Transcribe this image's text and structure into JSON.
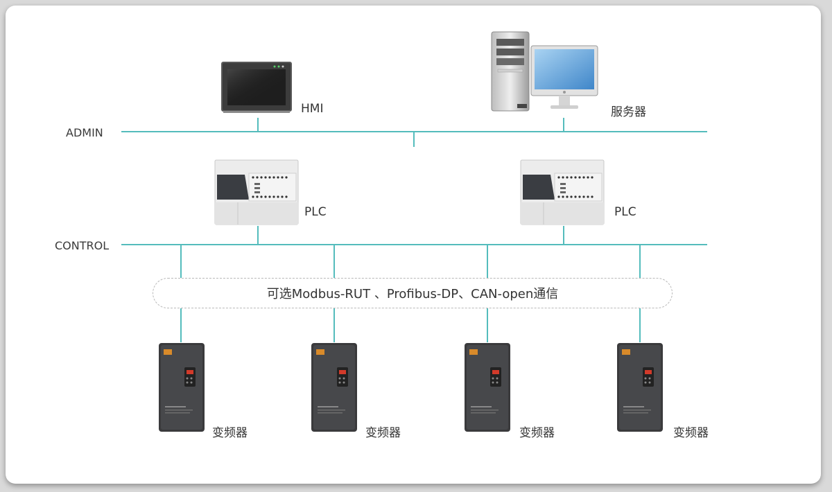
{
  "colors": {
    "bus": "#54bcbc",
    "background": "#ffffff",
    "text": "#333333"
  },
  "buses": {
    "admin_label": "ADMIN",
    "control_label": "CONTROL"
  },
  "devices": {
    "hmi_label": "HMI",
    "server_label": "服务器",
    "plc_left_label": "PLC",
    "plc_right_label": "PLC",
    "vfd_labels": [
      "变频器",
      "变频器",
      "变频器",
      "变频器"
    ]
  },
  "protocol_note": "可选Modbus-RUT 、Profibus-DP、CAN-open通信",
  "icons": {
    "hmi": "touchscreen-hmi-icon",
    "server": "desktop-server-icon",
    "plc": "plc-controller-icon",
    "vfd": "frequency-inverter-icon"
  }
}
